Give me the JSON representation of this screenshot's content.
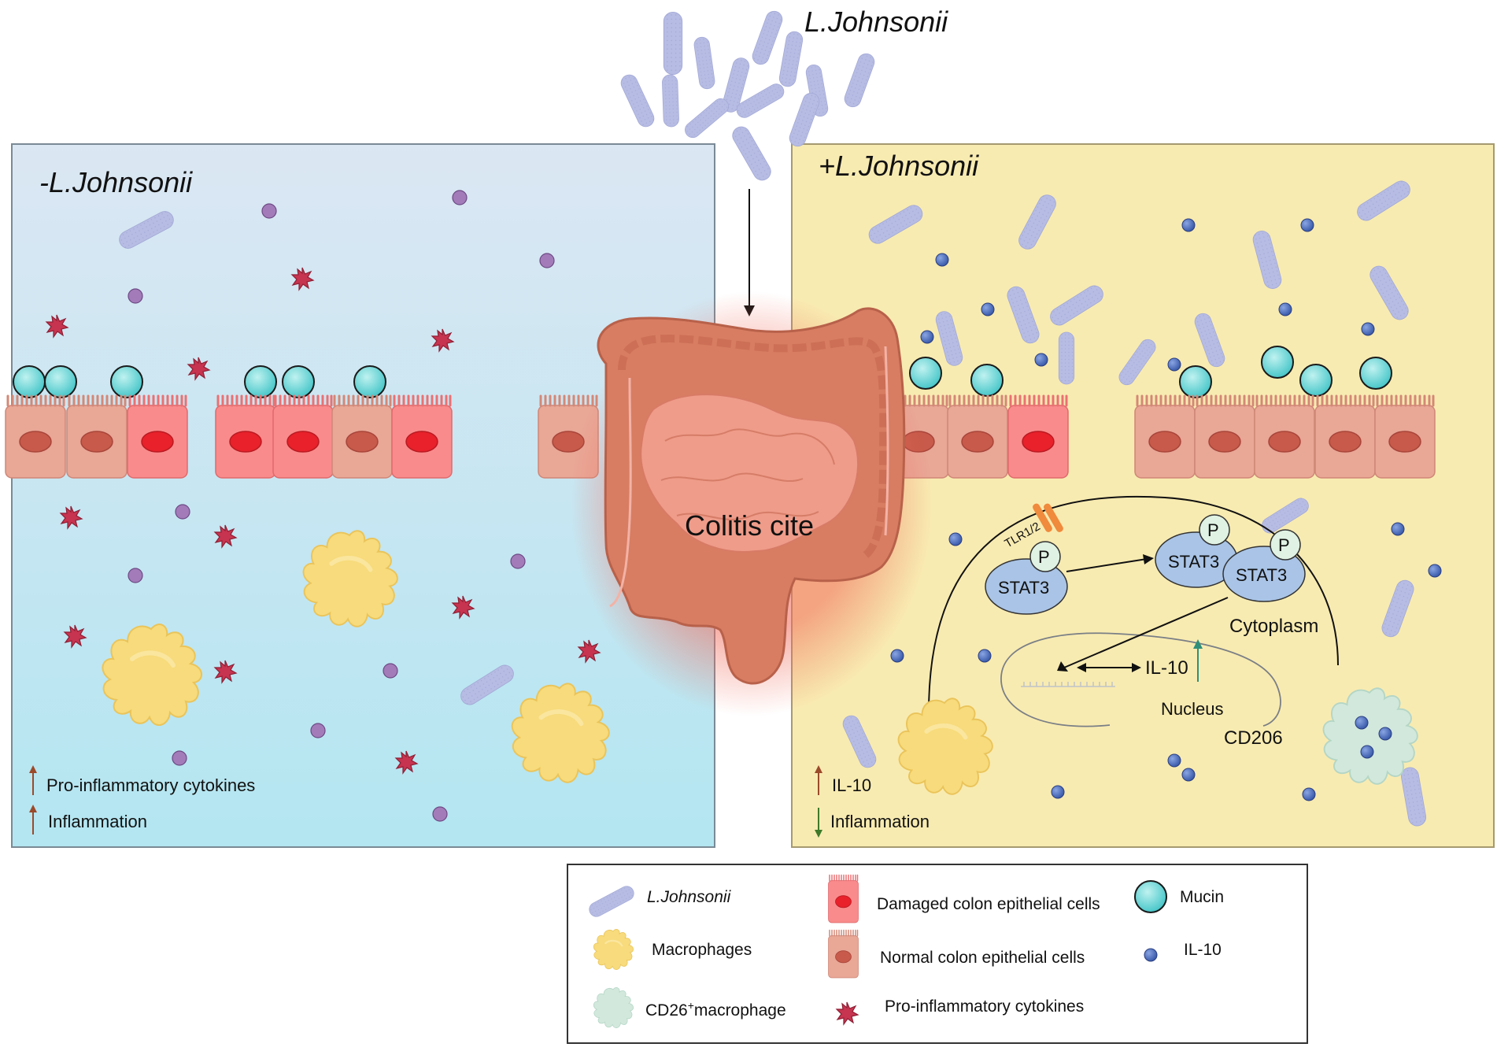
{
  "top_title": "L.Johnsonii",
  "left_panel": {
    "title": "-L.Johnsonii",
    "indicators": [
      "Pro-inflammatory cytokines",
      "Inflammation"
    ]
  },
  "right_panel": {
    "title": "+L.Johnsonii",
    "indicators": [
      "IL-10",
      "Inflammation"
    ]
  },
  "center_label": "Colitis cite",
  "pathway": {
    "receptor": "TLR1/2",
    "p": "P",
    "stat": "STAT3",
    "cytoplasm": "Cytoplasm",
    "nucleus": "Nucleus",
    "il10": "IL-10",
    "cd206": "CD206"
  },
  "legend": {
    "bacteria": "L.Johnsonii",
    "macrophages": "Macrophages",
    "cd26_main": "CD26",
    "cd26_sup": "+",
    "cd26_rest": "macrophage",
    "damaged": "Damaged colon epithelial cells",
    "normal": "Normal colon epithelial cells",
    "cytokines": "Pro-inflammatory cytokines",
    "mucin": "Mucin",
    "il10": "IL-10"
  },
  "colors": {
    "left_bg_top": "#d9e8f2",
    "left_bg_bottom": "#b4e6f0",
    "right_bg": "#f8eab0",
    "bacteria": "#b7bde2",
    "mucin": "#5fd0d0",
    "damaged_cell": "#f58a8a",
    "normal_cell": "#e9a596",
    "macrophage": "#f7dc7c",
    "cd26_macrophage": "#cfe8dd",
    "il10": "#4d6fbe",
    "cytokine": "#c83d55",
    "purple_dot": "#9a6fb0",
    "colon": "#d77a5e"
  }
}
